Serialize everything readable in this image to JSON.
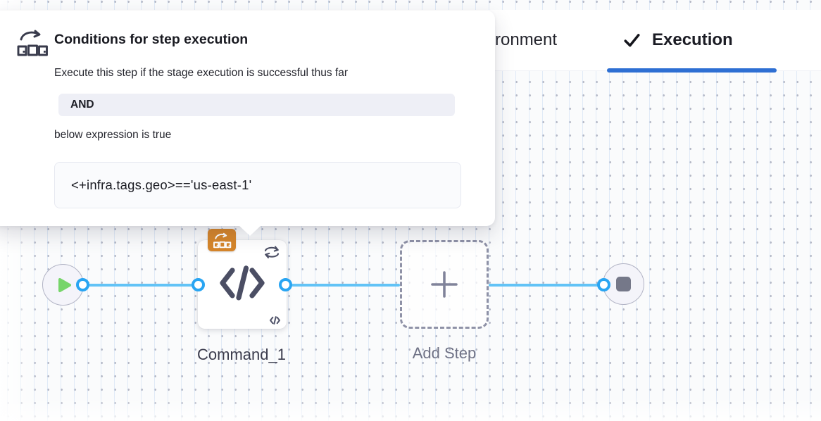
{
  "tabs": {
    "partial_left_label": "ronment",
    "execution": {
      "label": "Execution",
      "active": true,
      "check_icon": "checkmark",
      "underline_color": "#2e6fd3"
    }
  },
  "popover": {
    "icon": "conditional-execution-icon",
    "title": "Conditions for step execution",
    "description": "Execute this step if the stage execution is successful thus far",
    "operator": "AND",
    "expression_label": "below expression is true",
    "expression": "<+infra.tags.geo>=='us-east-1'"
  },
  "pipeline": {
    "start_node": {
      "type": "start",
      "icon": "play-triangle"
    },
    "steps": [
      {
        "name": "Command_1",
        "type": "command-step",
        "icon": "code-angle-brackets",
        "badges": [
          "conditional-execution"
        ],
        "loop_strategy_icon": "looping-arrows"
      },
      {
        "name": "Add Step",
        "type": "add-step",
        "icon": "plus"
      }
    ],
    "end_node": {
      "type": "stop",
      "icon": "stop-square"
    }
  },
  "colors": {
    "tab_underline": "#2e6fd3",
    "edge_blue": "#62c3f6",
    "port_ring_blue": "#29a5f2",
    "badge_orange": "#d6862b",
    "play_green": "#76d56a",
    "node_slate": "#4b4e64",
    "canvas_bg": "#fafbfc",
    "operator_badge_bg": "#eeeff6",
    "expression_box_bg": "#fafbfd"
  }
}
